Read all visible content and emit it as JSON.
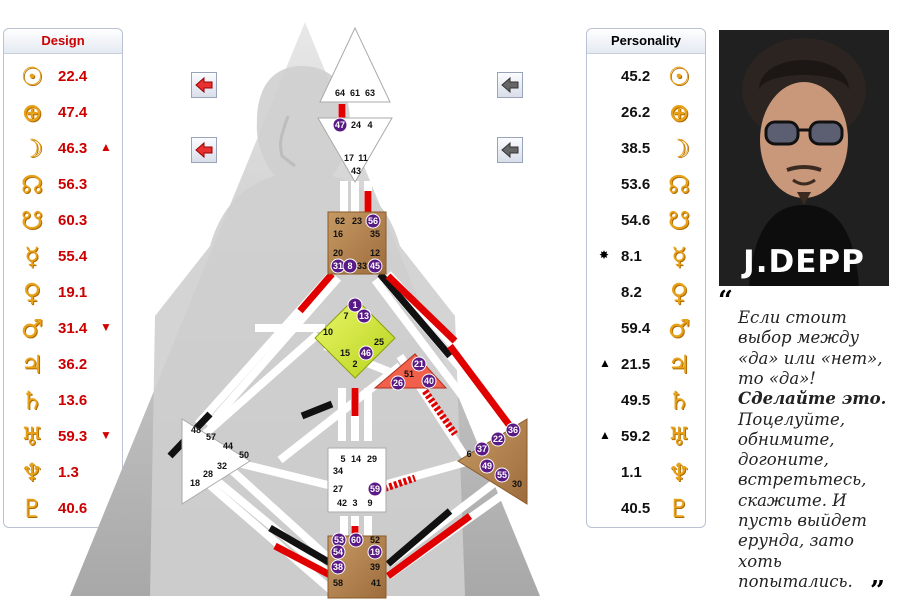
{
  "design": {
    "title": "Design",
    "rows": [
      {
        "planet": "sun-icon",
        "glyph": "☉",
        "value": "22.4",
        "marker": ""
      },
      {
        "planet": "earth-icon",
        "glyph": "⊕",
        "value": "47.4",
        "marker": ""
      },
      {
        "planet": "moon-icon",
        "glyph": "☽",
        "value": "46.3",
        "marker": "▲"
      },
      {
        "planet": "north-node-icon",
        "glyph": "☊",
        "value": "56.3",
        "marker": ""
      },
      {
        "planet": "south-node-icon",
        "glyph": "☋",
        "value": "60.3",
        "marker": ""
      },
      {
        "planet": "mercury-icon",
        "glyph": "☿",
        "value": "55.4",
        "marker": ""
      },
      {
        "planet": "venus-icon",
        "glyph": "♀",
        "value": "19.1",
        "marker": ""
      },
      {
        "planet": "mars-icon",
        "glyph": "♂",
        "value": "31.4",
        "marker": "▼"
      },
      {
        "planet": "jupiter-icon",
        "glyph": "♃",
        "value": "36.2",
        "marker": ""
      },
      {
        "planet": "saturn-icon",
        "glyph": "♄",
        "value": "13.6",
        "marker": ""
      },
      {
        "planet": "uranus-icon",
        "glyph": "♅",
        "value": "59.3",
        "marker": "▼"
      },
      {
        "planet": "neptune-icon",
        "glyph": "♆",
        "value": "1.3",
        "marker": ""
      },
      {
        "planet": "pluto-icon",
        "glyph": "♇",
        "value": "40.6",
        "marker": ""
      }
    ]
  },
  "personality": {
    "title": "Personality",
    "rows": [
      {
        "planet": "sun-icon",
        "glyph": "☉",
        "value": "45.2",
        "marker": ""
      },
      {
        "planet": "earth-icon",
        "glyph": "⊕",
        "value": "26.2",
        "marker": ""
      },
      {
        "planet": "moon-icon",
        "glyph": "☽",
        "value": "38.5",
        "marker": ""
      },
      {
        "planet": "north-node-icon",
        "glyph": "☊",
        "value": "53.6",
        "marker": ""
      },
      {
        "planet": "south-node-icon",
        "glyph": "☋",
        "value": "54.6",
        "marker": ""
      },
      {
        "planet": "mercury-icon",
        "glyph": "☿",
        "value": "8.1",
        "marker": "✸"
      },
      {
        "planet": "venus-icon",
        "glyph": "♀",
        "value": "8.2",
        "marker": ""
      },
      {
        "planet": "mars-icon",
        "glyph": "♂",
        "value": "59.4",
        "marker": ""
      },
      {
        "planet": "jupiter-icon",
        "glyph": "♃",
        "value": "21.5",
        "marker": "▲"
      },
      {
        "planet": "saturn-icon",
        "glyph": "♄",
        "value": "49.5",
        "marker": ""
      },
      {
        "planet": "uranus-icon",
        "glyph": "♅",
        "value": "59.2",
        "marker": "▲"
      },
      {
        "planet": "neptune-icon",
        "glyph": "♆",
        "value": "1.1",
        "marker": ""
      },
      {
        "planet": "pluto-icon",
        "glyph": "♇",
        "value": "40.5",
        "marker": ""
      }
    ]
  },
  "colors": {
    "design_red": "#cc0000",
    "glyph_gold": "#e8a21a",
    "center_brown": "#b8824e",
    "g_center_yellow": "#d8ec3c",
    "ego_center_red": "#f0604a",
    "active_gate_purple": "#5a1a86"
  },
  "bodygraph": {
    "head_gates": [
      "64",
      "61",
      "63"
    ],
    "ajna_gates": [
      "47",
      "24",
      "4"
    ],
    "ajna_lower_gates": [
      "17",
      "11",
      "43"
    ],
    "throat_gates": [
      "62",
      "23",
      "56",
      "16",
      "35",
      "20",
      "12",
      "31",
      "8",
      "33",
      "45"
    ],
    "g_gates": [
      "1",
      "7",
      "13",
      "10",
      "25",
      "15",
      "46",
      "2"
    ],
    "ego_gates": [
      "21",
      "51",
      "26",
      "40"
    ],
    "spleen_gates": [
      "48",
      "57",
      "44",
      "50",
      "32",
      "28",
      "18"
    ],
    "solar_plexus_gates": [
      "36",
      "22",
      "6",
      "37",
      "49",
      "55",
      "30"
    ],
    "sacral_gates": [
      "5",
      "14",
      "29",
      "34",
      "27",
      "59",
      "42",
      "3",
      "9"
    ],
    "root_gates": [
      "53",
      "60",
      "52",
      "54",
      "19",
      "38",
      "39",
      "58",
      "41"
    ],
    "active_gates": [
      "47",
      "56",
      "31",
      "8",
      "45",
      "1",
      "13",
      "46",
      "21",
      "26",
      "40",
      "22",
      "36",
      "37",
      "49",
      "55",
      "59",
      "53",
      "60",
      "54",
      "19",
      "38"
    ]
  },
  "photo": {
    "name": "J.DEPP"
  },
  "quote": {
    "lines": [
      "Если стоит",
      "выбор между",
      "«да» или «нет»,",
      "то «да»!",
      "Сделайте это.",
      "Поцелуйте,",
      "обнимите,",
      "догоните,",
      "встретьтесь,",
      "скажите. И",
      "пусть выйдет",
      "ерунда, зато",
      "хоть",
      "попытались."
    ],
    "open_mark": "“",
    "close_mark": "”"
  }
}
